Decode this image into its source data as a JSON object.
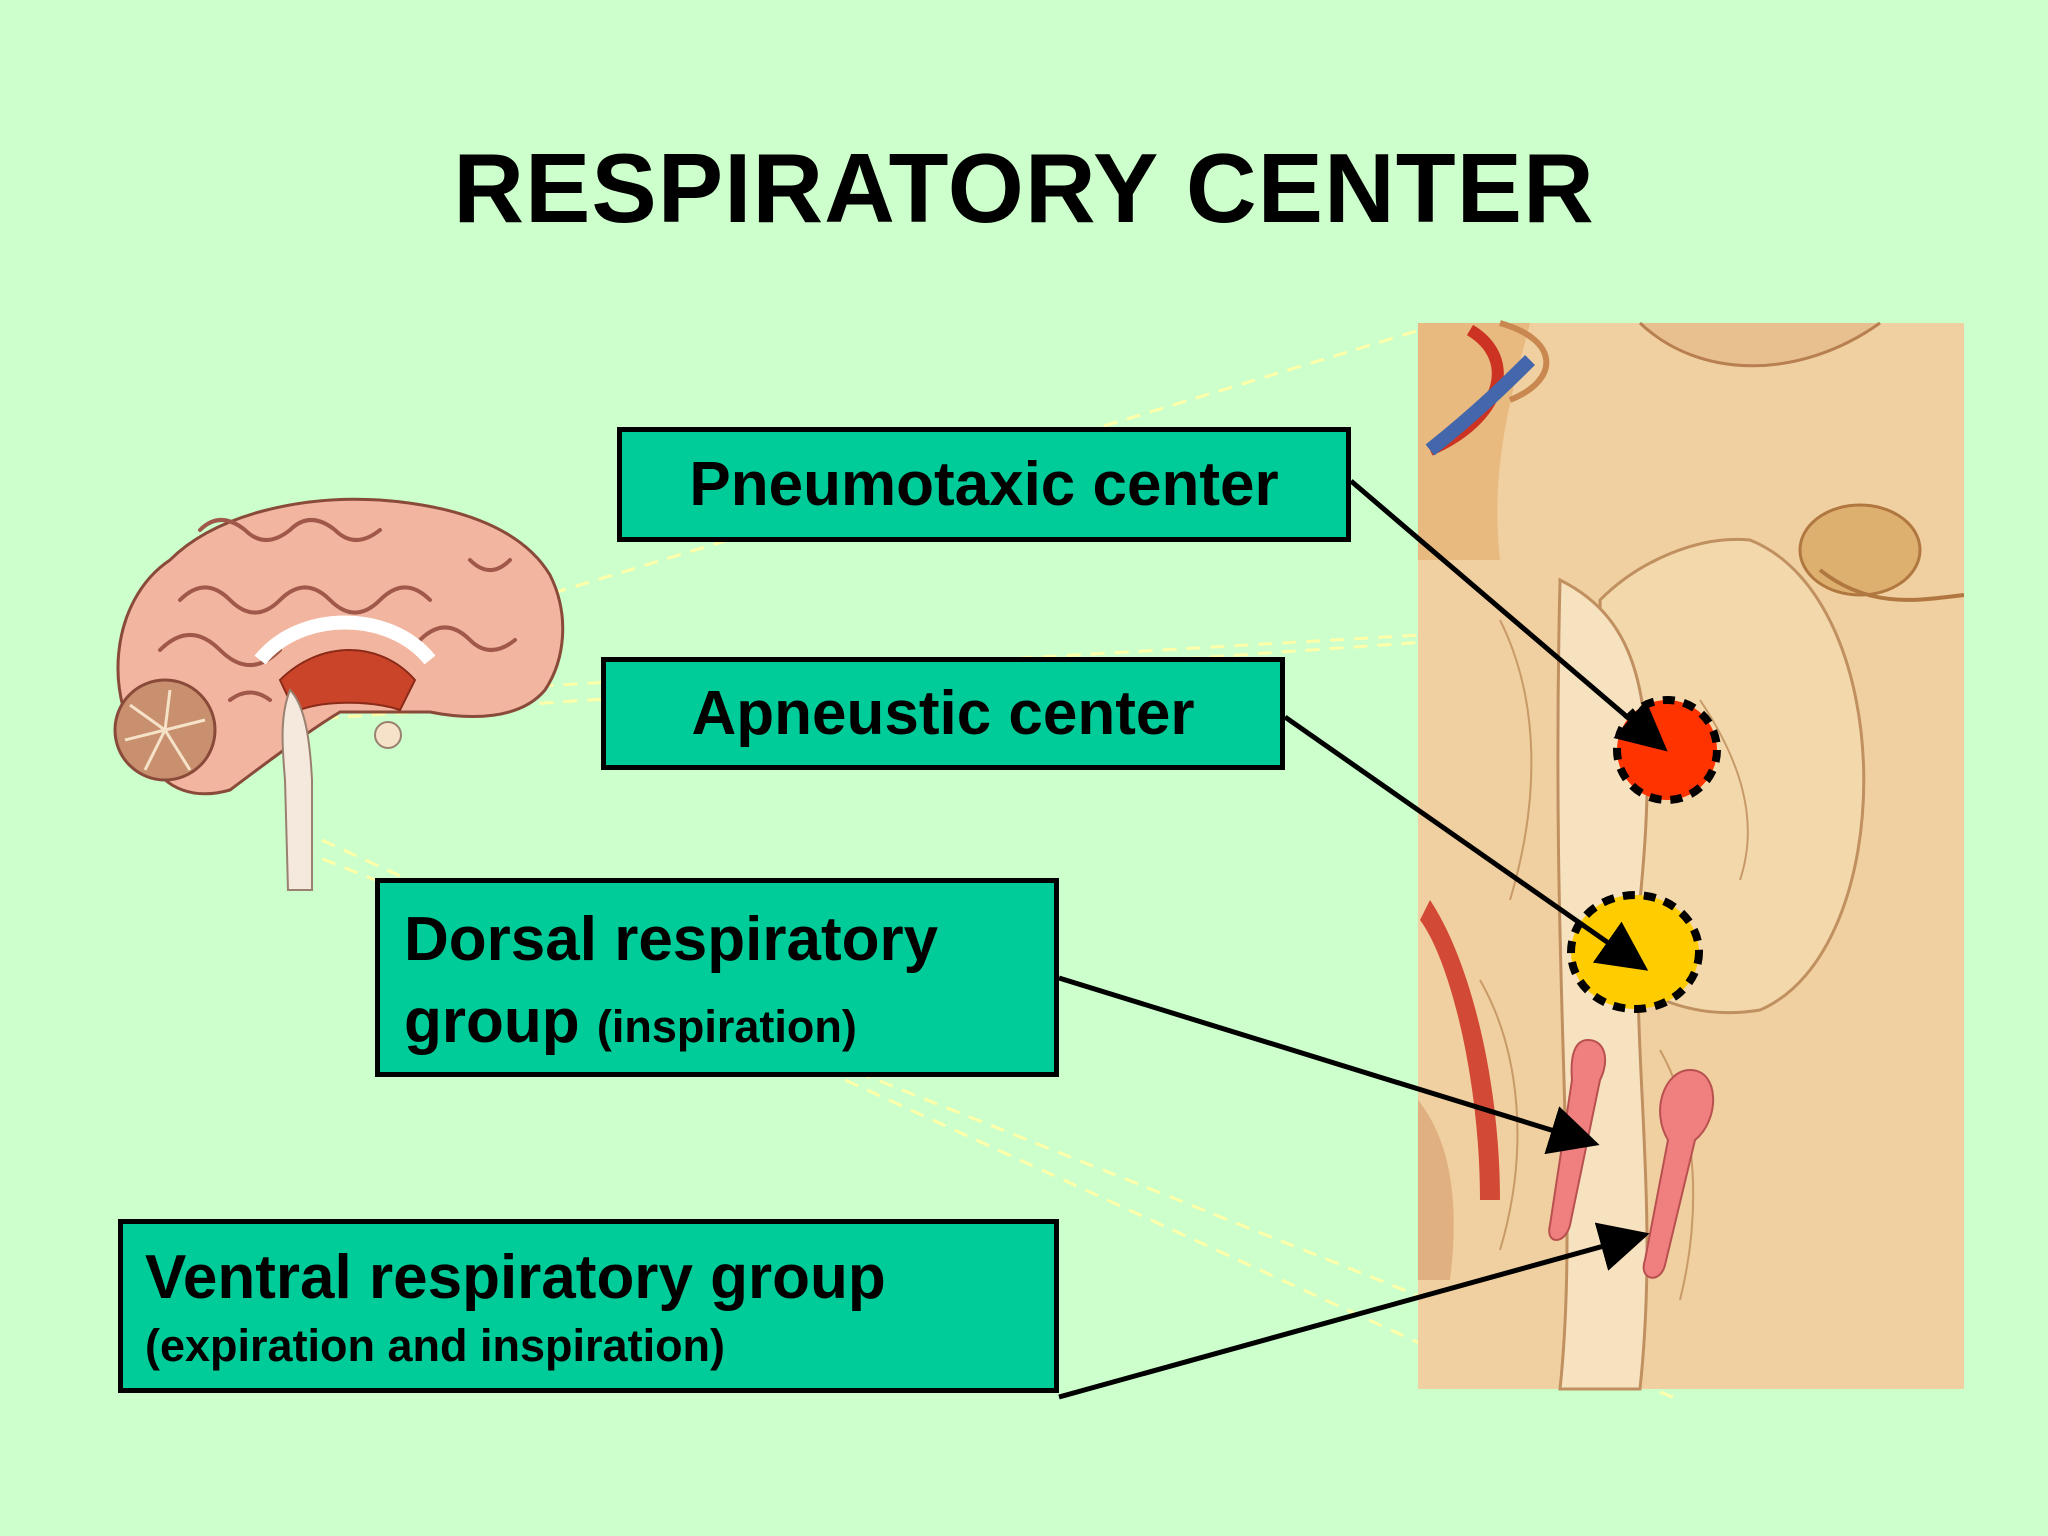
{
  "title": "RESPIRATORY CENTER",
  "labels": {
    "pneumotaxic": "Pneumotaxic center",
    "apneustic": "Apneustic center",
    "dorsal_line1": "Dorsal respiratory",
    "dorsal_line2": "group",
    "dorsal_note": "(inspiration)",
    "ventral_main": "Ventral respiratory group",
    "ventral_note": "(expiration and inspiration)"
  },
  "colors": {
    "background": "#ccffcc",
    "box_fill": "#00cc99",
    "pneumotaxic_marker": "#ff3300",
    "apneustic_marker": "#ffcc00",
    "respiratory_group_marker": "#f08080",
    "brainstem_tissue": "#f0d0a0"
  },
  "icons": {
    "brain": "brain-sagittal-illustration",
    "brainstem": "brainstem-closeup-illustration"
  }
}
